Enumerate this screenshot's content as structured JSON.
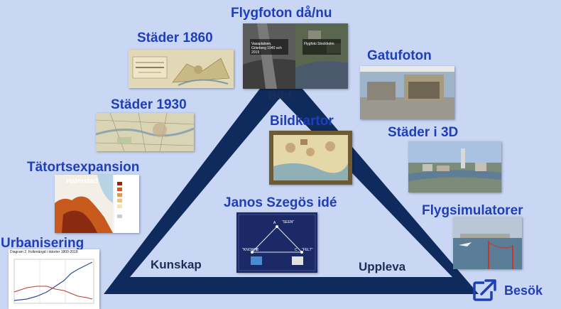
{
  "labels": {
    "cities_1860": "Städer 1860",
    "aerial_then_now": "Flygfoton då/nu",
    "street_photos": "Gatufoton",
    "cities_1930": "Städer 1930",
    "picture_maps": "Bildkartor",
    "cities_3d": "Städer i 3D",
    "urban_expansion": "Tätortsexpansion",
    "janos_idea": "Janos Szegös idé",
    "flight_sim": "Flygsimulatorer",
    "urbanisation": "Urbanisering"
  },
  "triangle": {
    "top": "Bild",
    "left": "Kunskap",
    "right": "Uppleva"
  },
  "visit_label": "Besök",
  "thumbs": {
    "aerial_left_caption": "Vasaplatsen, Göteborg 1940 och 2019",
    "aerial_right_caption": "Flygfoto Stockholm",
    "halmstad_title": "Halmstad",
    "concept_seen": "\"SEEN\"",
    "concept_known": "\"KNOWN\"",
    "concept_felt": "\"FELT\"",
    "concept_a": "A",
    "concept_e": "E",
    "concept_c": "C",
    "chart_title": "Diagram 2. Folkmängd i tätorter 1800-2018"
  },
  "colors": {
    "background": "#c9d7f5",
    "label_blue": "#1f3fb8",
    "triangle_navy": "#0f2a5c"
  }
}
